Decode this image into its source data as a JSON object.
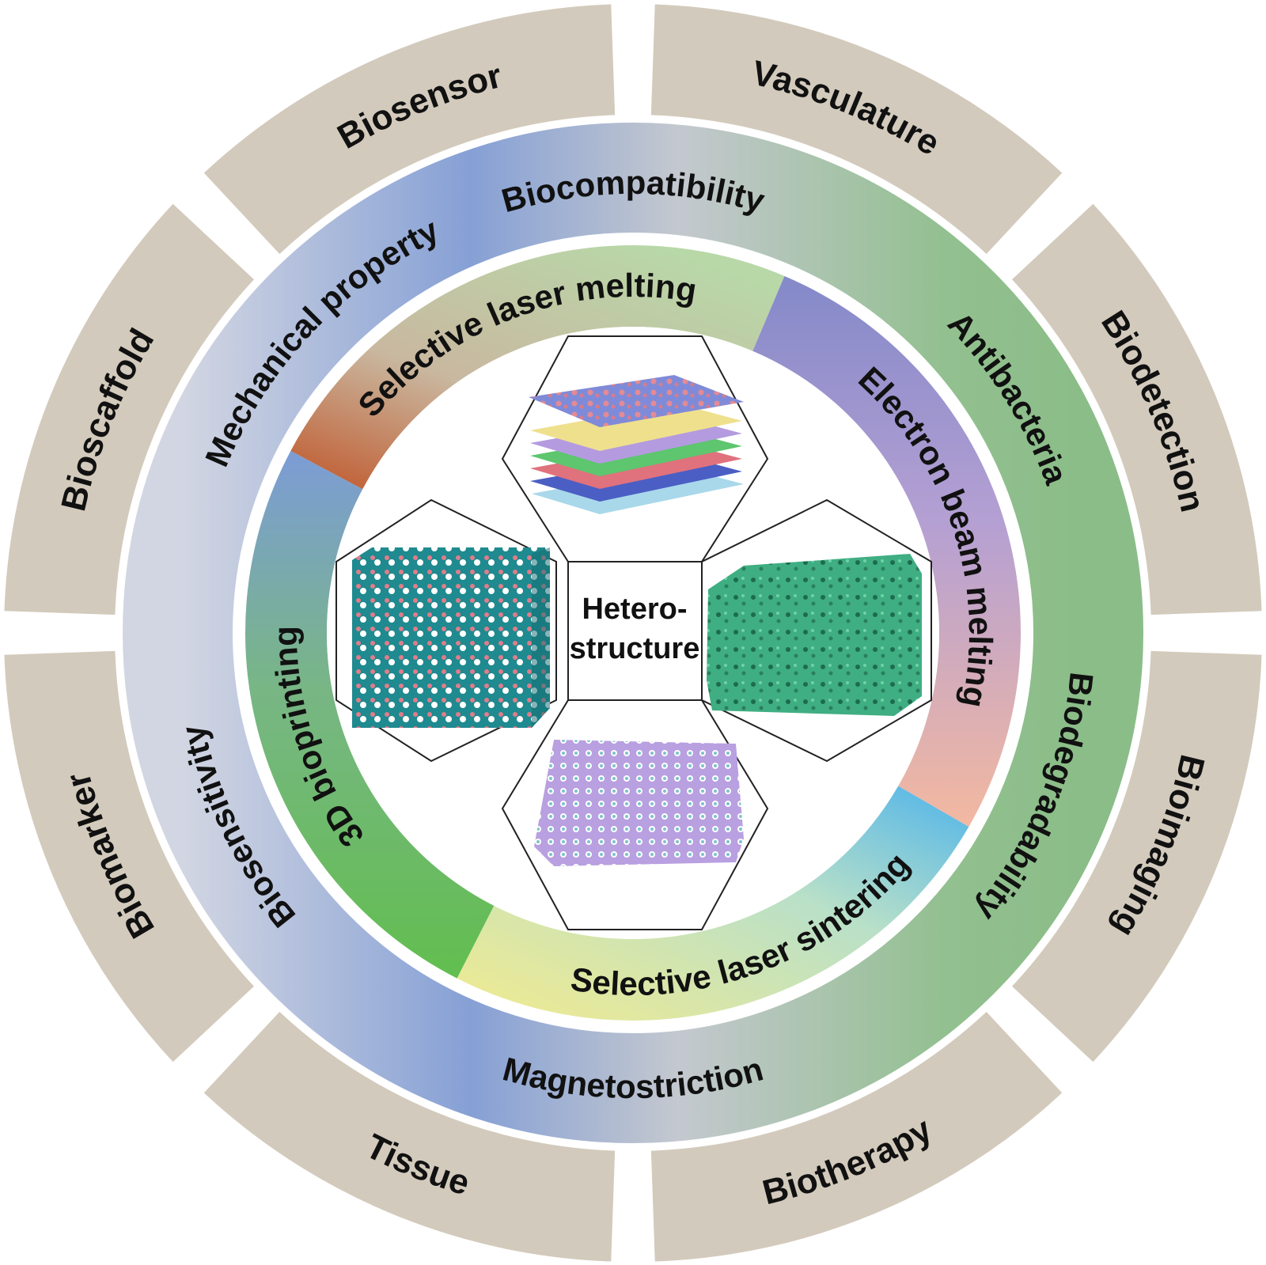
{
  "outer_ring": {
    "labels": [
      "Vasculature",
      "Biodetection",
      "Bioimaging",
      "Biotherapy",
      "Tissue",
      "Biomarker",
      "Bioscaffold",
      "Biosensor"
    ]
  },
  "middle_ring": {
    "labels": [
      "Biocompatibility",
      "Antibacteria",
      "Biodegradability",
      "Magnetostriction",
      "Biosensitivity",
      "Mechanical property"
    ]
  },
  "inner_ring": {
    "labels": [
      "Selective laser melting",
      "Electron beam melting",
      "Selective laser sintering",
      "3D bioprinting"
    ]
  },
  "center": {
    "line1": "Hetero-",
    "line2": "structure"
  },
  "hexagon_images": {
    "top": "layered-heterostructure-illustration",
    "left": "cubic-porous-scaffold-with-particles",
    "right": "green-porous-block",
    "bottom": "woven-lattice-heterostructure"
  },
  "colors": {
    "outer_ring": "#d6cdbf",
    "middle_blue": "#88a2d6",
    "middle_green": "#8fc08c",
    "inner_slm_green": "#b9d7a9",
    "inner_slm_orange": "#c05a2e",
    "inner_ebm_purple": "#8c8ccb",
    "inner_ebm_pink": "#efb2a2",
    "inner_sls_blue": "#55b8e9",
    "inner_sls_yellow": "#f0ea96",
    "inner_3d_blue": "#7f9fd4",
    "inner_3d_green": "#6cbf55"
  }
}
